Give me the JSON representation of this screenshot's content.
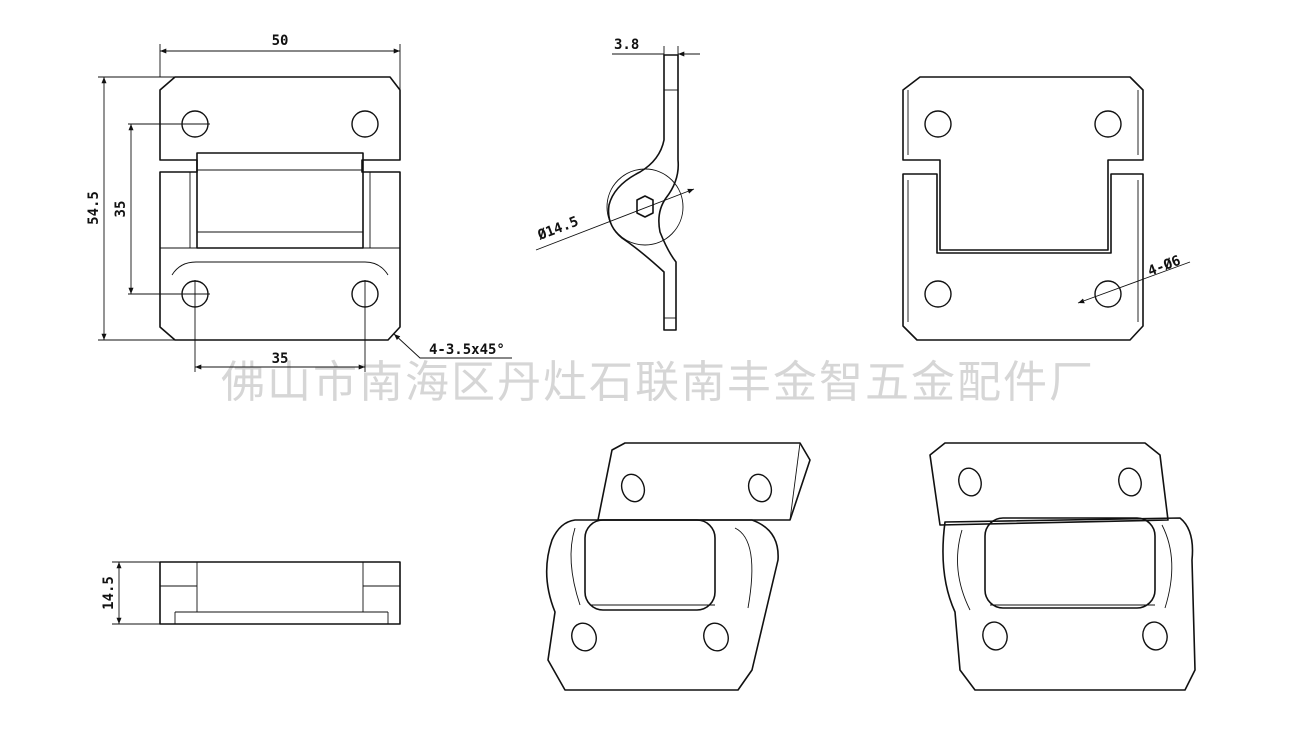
{
  "watermark": "佛山市南海区丹灶石联南丰金智五金配件厂",
  "dimensions": {
    "width": "50",
    "height": "54.5",
    "hole_vertical": "35",
    "hole_horizontal": "35",
    "chamfer": "4-3.5x45°",
    "thickness": "3.8",
    "pin_diameter": "Ø14.5",
    "holes": "4-Ø6",
    "depth": "14.5"
  }
}
